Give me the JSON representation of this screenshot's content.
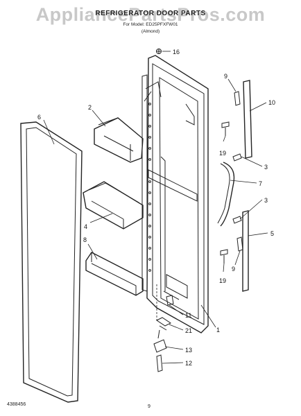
{
  "header": {
    "watermark": "AppliancePartsPros.com",
    "title": "REFRIGERATOR DOOR PARTS",
    "subtitle": "For Model: ED25PFXFW01",
    "subtitle2": "(Almond)"
  },
  "callouts": {
    "c1": "1",
    "c2": "2",
    "c3a": "3",
    "c3b": "3",
    "c4": "4",
    "c5": "5",
    "c6": "6",
    "c7": "7",
    "c8": "8",
    "c9a": "9",
    "c9b": "9",
    "c10": "10",
    "c11": "11",
    "c12": "12",
    "c13": "13",
    "c16": "16",
    "c19a": "19",
    "c19b": "19",
    "c21": "21"
  },
  "footer": {
    "doc_number": "4388456",
    "page": "9"
  }
}
